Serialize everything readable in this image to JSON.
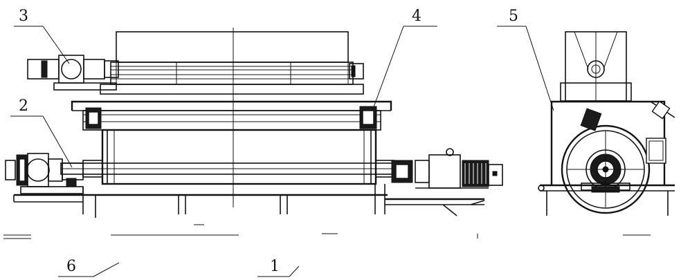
{
  "callouts": [
    {
      "id": "c1",
      "label": "1"
    },
    {
      "id": "c2",
      "label": "2"
    },
    {
      "id": "c3",
      "label": "3"
    },
    {
      "id": "c4",
      "label": "4"
    },
    {
      "id": "c5",
      "label": "5"
    },
    {
      "id": "c6",
      "label": "6"
    }
  ],
  "colors": {
    "line": "#111111",
    "background": "#ffffff"
  }
}
